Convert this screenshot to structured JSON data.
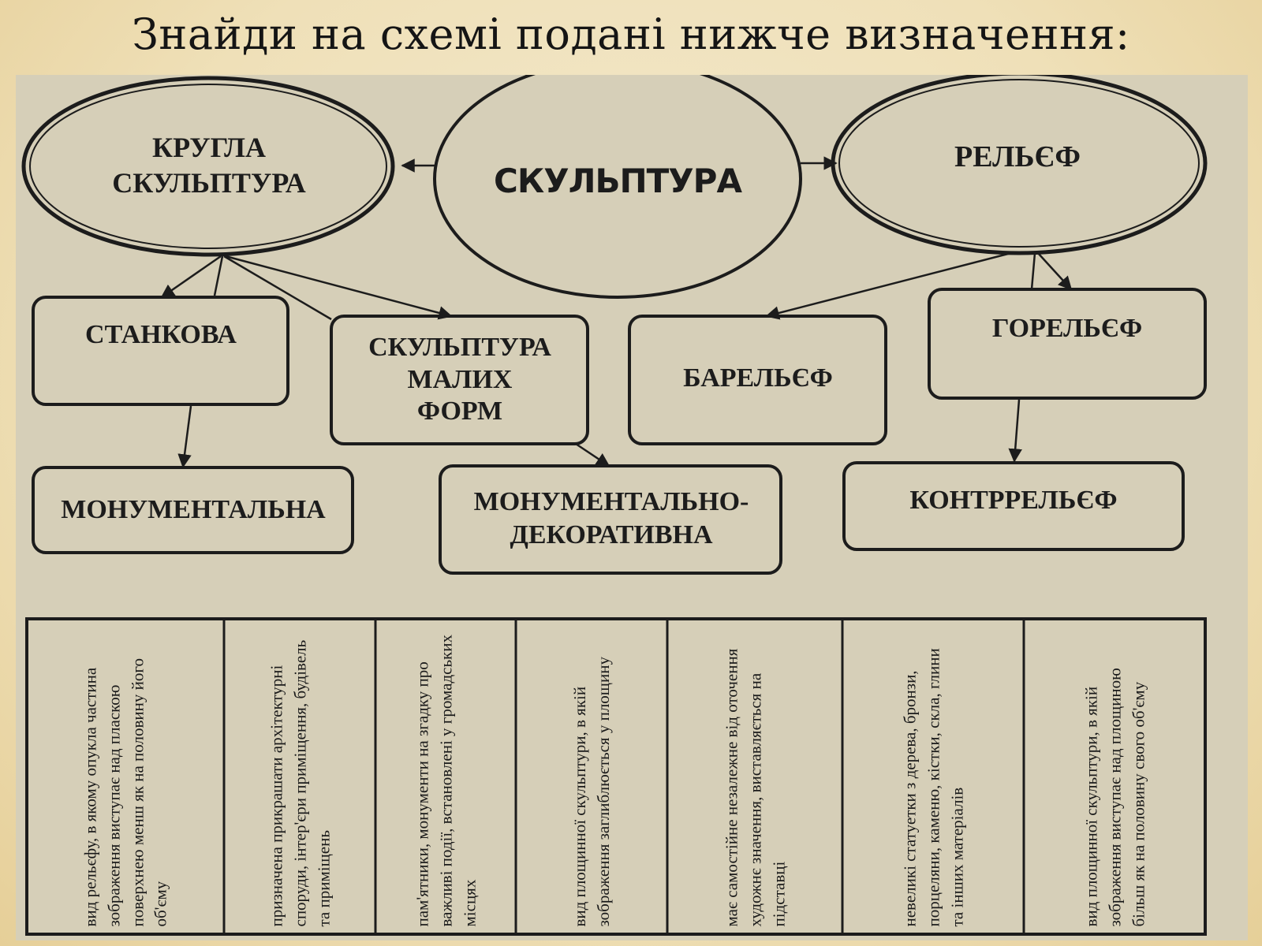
{
  "title": "Знайди на схемі подані нижче визначення:",
  "nodes": {
    "center": "СКУЛЬПТУРА",
    "round_sculpture": "КРУГЛА\nСКУЛЬПТУРА",
    "relief": "РЕЛЬЄФ",
    "easel": "СТАНКОВА",
    "small_forms": "СКУЛЬПТУРА\nМАЛИХ\nФОРМ",
    "bas_relief": "БАРЕЛЬЄФ",
    "high_relief": "ГОРЕЛЬЄФ",
    "monumental": "МОНУМЕНТАЛЬНА",
    "monumental_decorative": "МОНУМЕНТАЛЬНО-\nДЕКОРАТИВНА",
    "counter_relief": "КОНТРРЕЛЬЄФ"
  },
  "definitions": [
    "вид рельєфу, в якому опукла частина зображення виступає над пласкою поверхнею менш як на половину його об'єму",
    "призначена прикрашати архітектурні споруди, інтер'єри приміщення, будівель та приміщень",
    "пам'ятники, монументи на згадку про важливі події, встановлені у громадських місцях",
    "вид площинної скульптури, в якій зображення заглиблюється у площину",
    "має самостійне незалежне від оточення художнє значення, виставляється на підставці",
    "невеликі статуетки з дерева, бронзи, порцеляни, каменю, кістки, скла, глини та інших матеріалів",
    "вид площинної скульптури, в якій зображення виступає над площиною більш як на половину свого об'єму"
  ],
  "colors": {
    "panel": "#d6cfb8",
    "ink": "#1c1c1c"
  }
}
